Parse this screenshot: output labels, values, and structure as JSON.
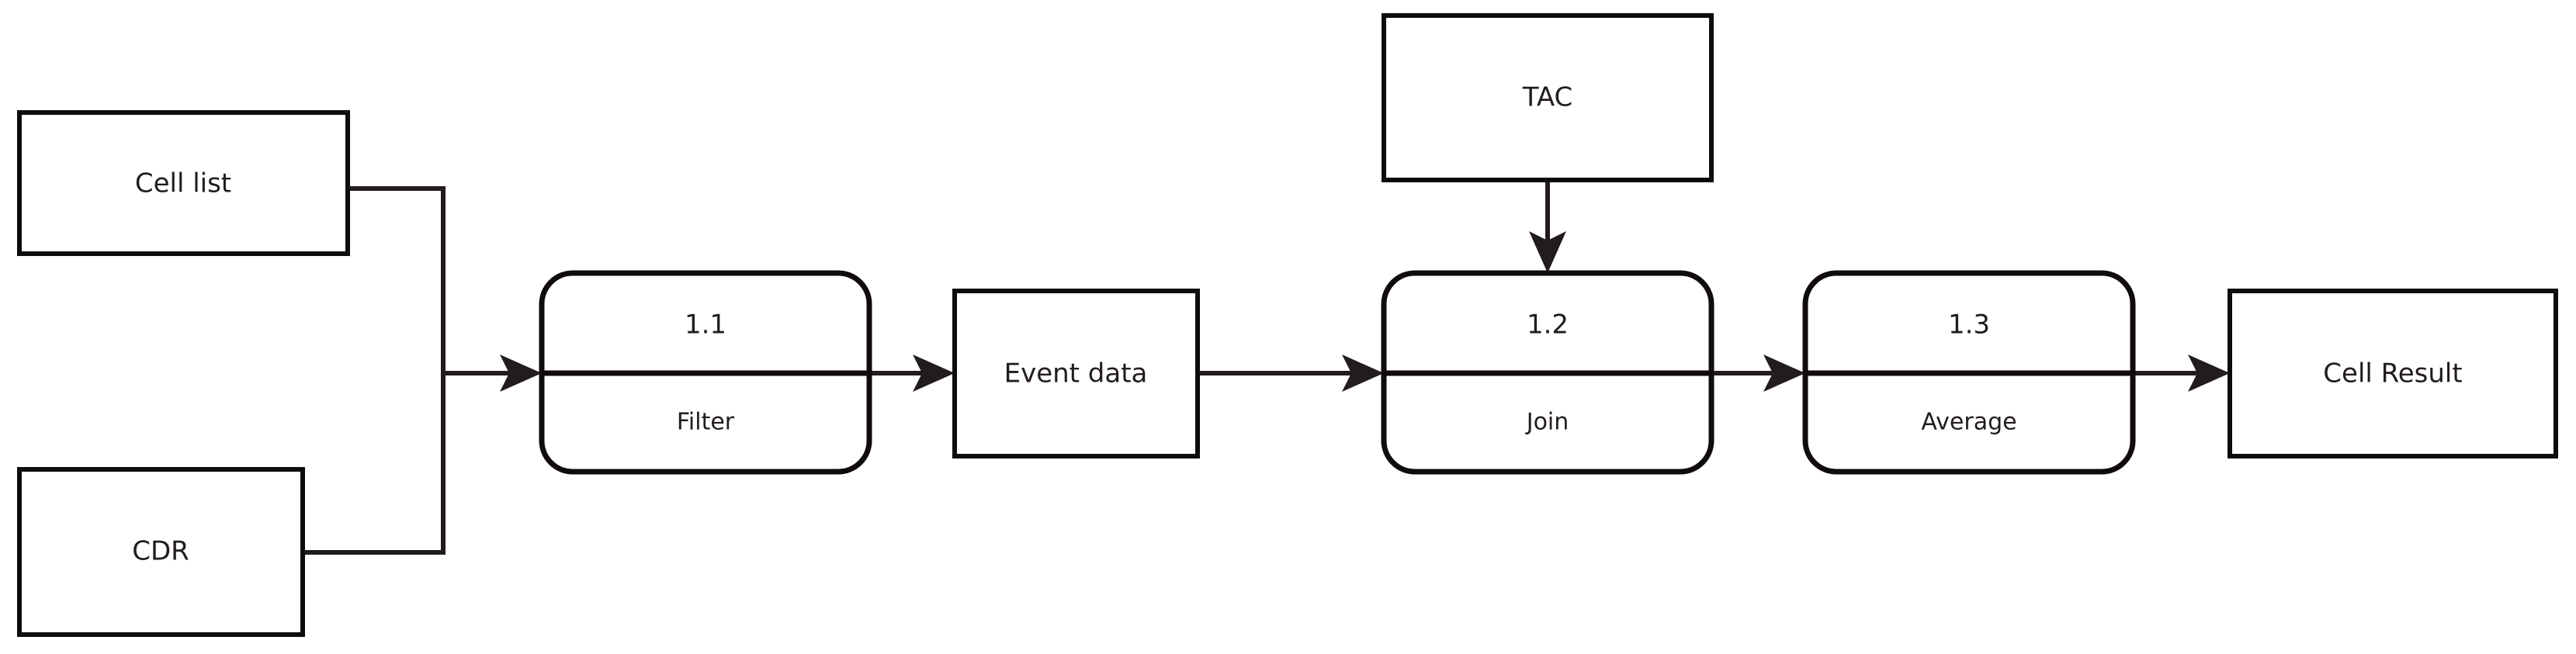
{
  "diagram": {
    "type": "data-flow-diagram",
    "background_color": "#ffffff",
    "line_color": "#231c1c",
    "process_header_color": "#dfdfdd",
    "process_body_color": "#ffffff",
    "entity_fill_color": "#ffffff",
    "entity_stroke_color": "#0d0d0d",
    "text_color": "#231c1c"
  },
  "entities": [
    {
      "id": "cell-list",
      "label": "Cell list"
    },
    {
      "id": "cdr",
      "label": "CDR"
    },
    {
      "id": "event-data",
      "label": "Event data"
    },
    {
      "id": "tac",
      "label": "TAC"
    },
    {
      "id": "cell-result",
      "label": "Cell Result"
    }
  ],
  "processes": [
    {
      "id": "filter",
      "number": "1.1",
      "name": "Filter"
    },
    {
      "id": "join",
      "number": "1.2",
      "name": "Join"
    },
    {
      "id": "average",
      "number": "1.3",
      "name": "Average"
    }
  ],
  "flows": [
    {
      "id": "flow-celllist-filter",
      "from": "cell-list",
      "to": "filter"
    },
    {
      "id": "flow-cdr-filter",
      "from": "cdr",
      "to": "filter"
    },
    {
      "id": "flow-filter-eventdata",
      "from": "filter",
      "to": "event-data"
    },
    {
      "id": "flow-eventdata-join",
      "from": "event-data",
      "to": "join"
    },
    {
      "id": "flow-tac-join",
      "from": "tac",
      "to": "join"
    },
    {
      "id": "flow-join-average",
      "from": "join",
      "to": "average"
    },
    {
      "id": "flow-average-result",
      "from": "average",
      "to": "cell-result"
    }
  ]
}
